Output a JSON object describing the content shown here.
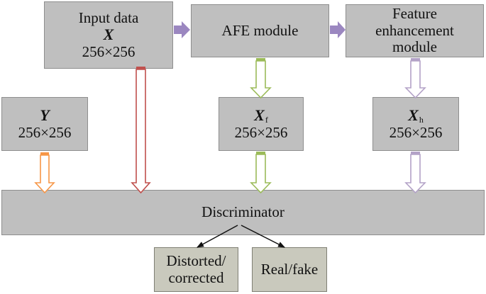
{
  "nodes": {
    "input": {
      "label": "Input data",
      "var": "X",
      "size": "256×256"
    },
    "afe": {
      "label": "AFE module"
    },
    "feature": {
      "line1": "Feature",
      "line2": "enhancement",
      "line3": "module"
    },
    "y": {
      "var": "Y",
      "size": "256×256"
    },
    "xf": {
      "var": "X",
      "sub": "f",
      "size": "256×256"
    },
    "xh": {
      "var": "X",
      "sub": "h",
      "size": "256×256"
    },
    "discriminator": {
      "label": "Discriminator"
    },
    "out1": {
      "line1": "Distorted/",
      "line2": "corrected"
    },
    "out2": {
      "label": "Real/fake"
    }
  },
  "colors": {
    "box_fill": "#bfbfbf",
    "purple": "#9b87c0",
    "red": "#c0504d",
    "orange": "#f79646",
    "green": "#9bbb59",
    "lavender": "#b3a2c7"
  }
}
